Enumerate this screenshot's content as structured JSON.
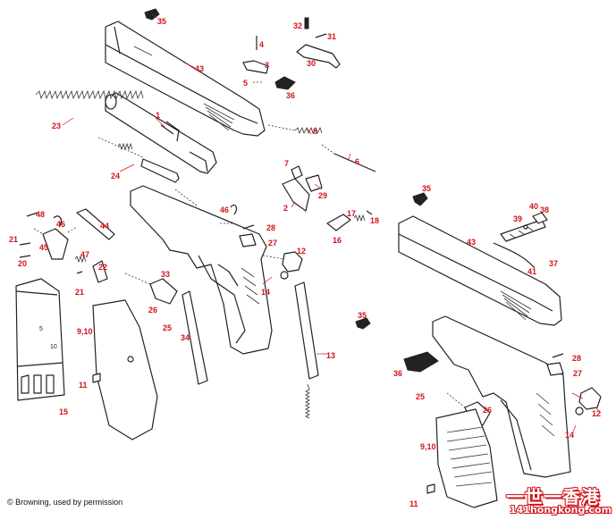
{
  "credit": "© Browning, used by permission",
  "watermark": {
    "line1": "一世一香港",
    "line2": "141hongkong.com"
  },
  "callouts": [
    "35",
    "32",
    "31",
    "4",
    "30",
    "3",
    "43",
    "5",
    "36",
    "1",
    "23",
    "8",
    "6",
    "7",
    "24",
    "29",
    "2",
    "46",
    "44",
    "48",
    "46",
    "21",
    "45",
    "47",
    "22",
    "20",
    "21",
    "33",
    "26",
    "25",
    "12",
    "14",
    "17",
    "18",
    "16",
    "28",
    "27",
    "35",
    "40",
    "38",
    "39",
    "43",
    "41",
    "37",
    "13",
    "9,10",
    "34",
    "11",
    "15",
    "35",
    "36",
    "25",
    "26",
    "28",
    "27",
    "12",
    "14",
    "9,10",
    "11"
  ],
  "magazine_marks": [
    "5",
    "10"
  ],
  "colors": {
    "callout": "#d0141b",
    "line": "#222222"
  }
}
